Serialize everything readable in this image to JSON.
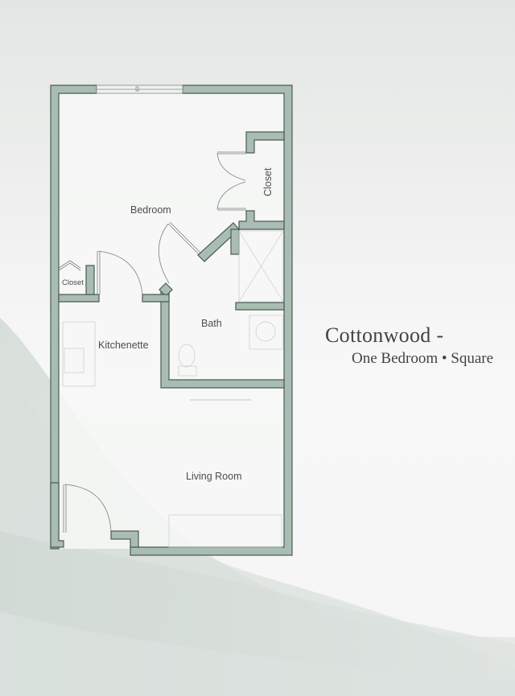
{
  "title": {
    "main": "Cottonwood -",
    "subtitle": "One Bedroom • Square"
  },
  "rooms": {
    "bedroom": "Bedroom",
    "closet_right": "Closet",
    "closet_left": "Closet",
    "bath": "Bath",
    "kitchenette": "Kitchenette",
    "living_room": "Living Room"
  },
  "colors": {
    "wall_fill": "#a9bdb3",
    "wall_stroke": "#4b5d55",
    "label": "#4a4f4c",
    "title": "#3f4543",
    "background": "#f4f5f4",
    "swoosh": "#d5dcd8"
  }
}
